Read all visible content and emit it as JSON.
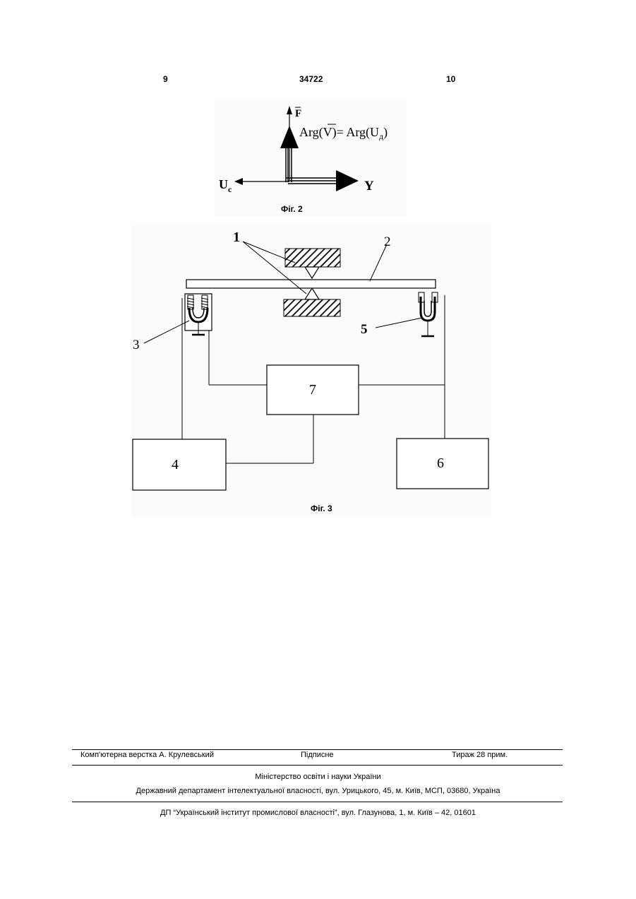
{
  "header": {
    "page_left": "9",
    "patent_number": "34722",
    "page_right": "10"
  },
  "fig2": {
    "caption": "Фіг. 2",
    "label_f": "F",
    "label_arg": "Arg(V)= Arg(U",
    "label_arg_sub": "д",
    "label_arg_end": ")",
    "label_u": "U",
    "label_u_sub": "c",
    "label_y": "Y"
  },
  "fig3": {
    "caption": "Фіг. 3",
    "labels": {
      "l1": "1",
      "l2": "2",
      "l3": "3",
      "l4": "4",
      "l5": "5",
      "l6": "6",
      "l7": "7"
    }
  },
  "footer": {
    "layout": "Комп'ютерна верстка А. Крулевський",
    "signed": "Підписне",
    "circulation": "Тираж 28 прим.",
    "ministry": "Міністерство освіти і науки України",
    "department": "Державний департамент інтелектуальної власності, вул. Урицького, 45, м. Київ, МСП, 03680, Україна",
    "institute": "ДП “Український інститут промислової власності”, вул. Глазунова, 1, м. Київ – 42, 01601"
  }
}
